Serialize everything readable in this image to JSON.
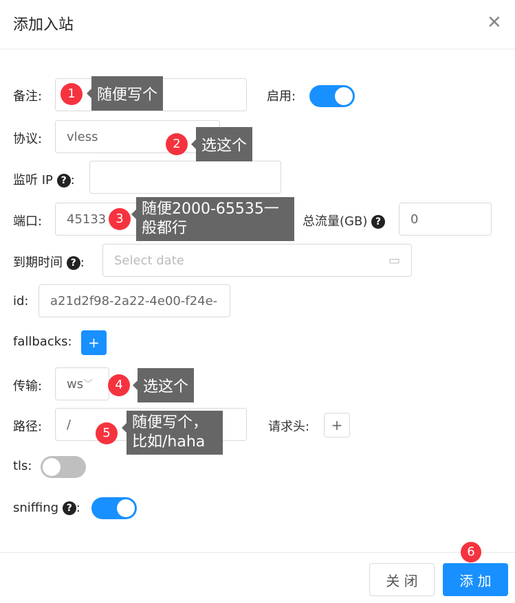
{
  "modal": {
    "title": "添加入站",
    "close_icon": "close-icon"
  },
  "form": {
    "remark": {
      "label": "备注:",
      "value": ""
    },
    "enable": {
      "label": "启用:",
      "on": true
    },
    "protocol": {
      "label": "协议:",
      "value": "vless"
    },
    "listen_ip": {
      "label": "监听 IP",
      "value": ""
    },
    "port": {
      "label": "端口:",
      "value": "45133"
    },
    "total": {
      "label": "总流量(GB)",
      "value": "0"
    },
    "expiry": {
      "label": "到期时间",
      "placeholder": "Select date"
    },
    "id": {
      "label": "id:",
      "value": "a21d2f98-2a22-4e00-f24e-"
    },
    "fallbacks": {
      "label": "fallbacks:",
      "add": "+"
    },
    "transport": {
      "label": "传输:",
      "value": "ws"
    },
    "path": {
      "label": "路径:",
      "value": "/"
    },
    "headers": {
      "label": "请求头:",
      "add": "+"
    },
    "tls": {
      "label": "tls:",
      "on": false
    },
    "sniffing": {
      "label": "sniffing",
      "on": true
    },
    "colon": ":"
  },
  "annotations": [
    {
      "n": "1",
      "text": "随便写个"
    },
    {
      "n": "2",
      "text": "选这个"
    },
    {
      "n": "3",
      "text": "随便2000-65535一般都行"
    },
    {
      "n": "4",
      "text": "选这个"
    },
    {
      "n": "5",
      "text": "随便写个，比如/haha"
    },
    {
      "n": "6"
    }
  ],
  "footer": {
    "close": "关 闭",
    "add": "添 加"
  },
  "colors": {
    "primary": "#1890ff",
    "badge": "#f5333f",
    "tooltip": "#666666"
  }
}
